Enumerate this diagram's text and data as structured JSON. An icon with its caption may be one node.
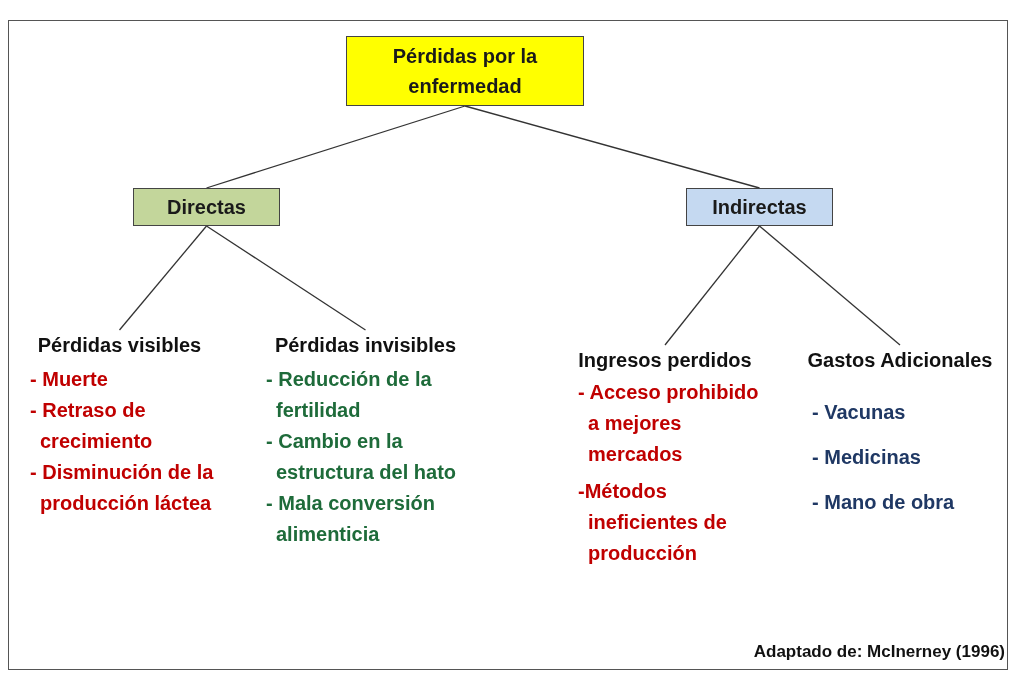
{
  "diagram": {
    "nodes": [
      {
        "text": [
          "Pérdidas por la enfermedad"
        ]
      },
      {
        "text": [
          "Directas"
        ]
      },
      {
        "text": [
          "Indirectas"
        ]
      },
      {
        "text": [
          "Pérdidas visibles",
          "- Muerte",
          "- Retraso de crecimiento",
          "- Disminución de la producción láctea"
        ]
      },
      {
        "text": [
          "Pérdidas invisibles",
          "- Reducción de la fertilidad",
          "- Cambio en la estructura del hato",
          "- Mala conversión alimenticia"
        ]
      },
      {
        "text": [
          "Ingresos perdidos",
          "- Acceso prohibido a mejores mercados",
          "-Métodos ineficientes de producción"
        ]
      },
      {
        "text": [
          "Gastos Adicionales",
          "- Vacunas",
          "- Medicinas",
          "- Mano de obra"
        ]
      }
    ],
    "edges": [
      {
        "from": 0,
        "to": 1,
        "arrow": "none"
      },
      {
        "from": 0,
        "to": 2,
        "arrow": "none"
      },
      {
        "from": 1,
        "to": 3,
        "arrow": "none"
      },
      {
        "from": 1,
        "to": 4,
        "arrow": "none"
      },
      {
        "from": 2,
        "to": 5,
        "arrow": "none"
      },
      {
        "from": 2,
        "to": 6,
        "arrow": "none"
      }
    ],
    "labels": [
      "Adaptado de: McInerney (1996)"
    ]
  }
}
